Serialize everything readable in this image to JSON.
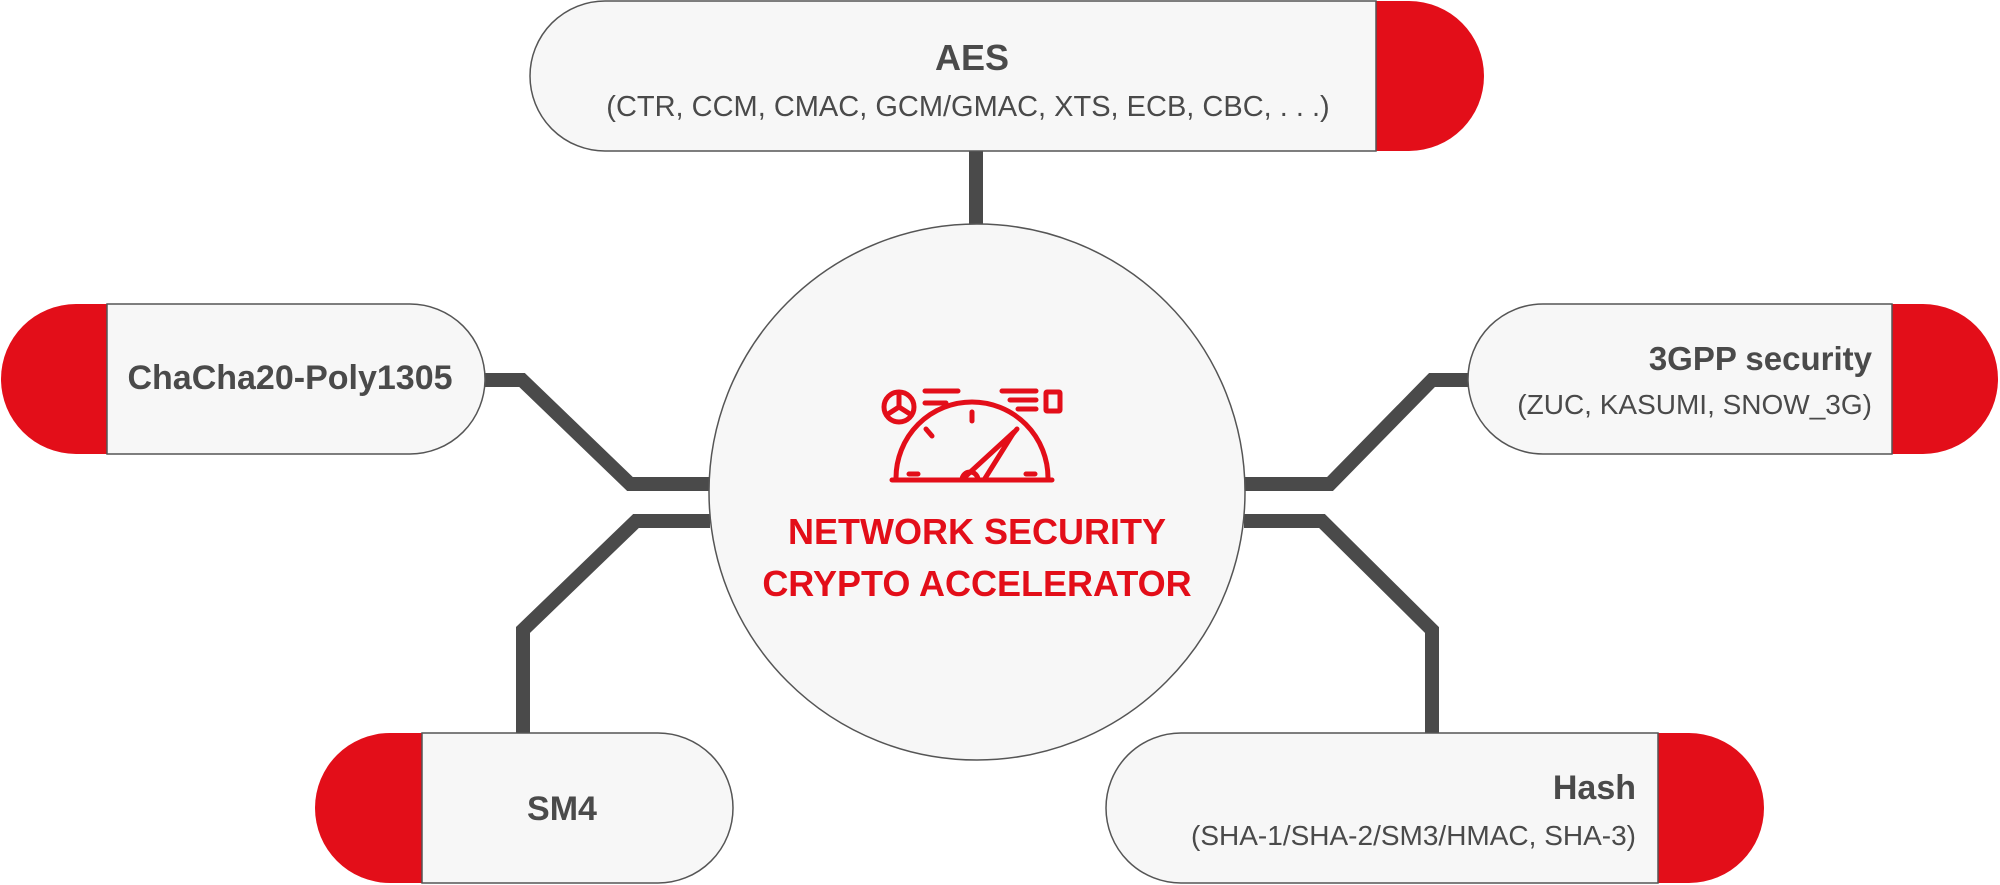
{
  "colors": {
    "accent": "#e30e19",
    "text": "#4a4a4a",
    "connector": "#4a4a4a",
    "node_fill": "#f7f7f7",
    "node_stroke": "#555555"
  },
  "center": {
    "icon": "speedometer-icon",
    "line1": "NETWORK SECURITY",
    "line2": "CRYPTO ACCELERATOR"
  },
  "nodes": {
    "aes": {
      "title": "AES",
      "subtitle": "(CTR, CCM, CMAC, GCM/GMAC, XTS, ECB, CBC, . . .)"
    },
    "chacha": {
      "title": "ChaCha20-Poly1305"
    },
    "gpp": {
      "title": "3GPP security",
      "subtitle": "(ZUC, KASUMI, SNOW_3G)"
    },
    "sm4": {
      "title": "SM4"
    },
    "hash": {
      "title": "Hash",
      "subtitle": "(SHA-1/SHA-2/SM3/HMAC, SHA-3)"
    }
  }
}
